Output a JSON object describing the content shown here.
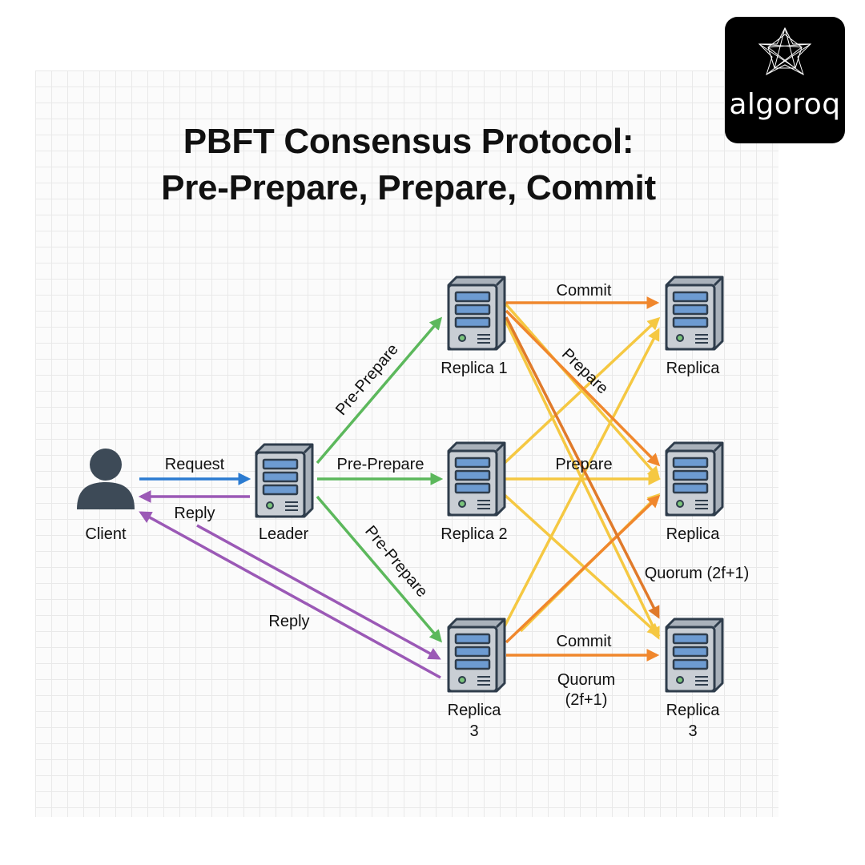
{
  "title": {
    "line1": "PBFT Consensus Protocol:",
    "line2": "Pre-Prepare, Prepare, Commit"
  },
  "logo": {
    "text": "algoroq"
  },
  "nodes": {
    "client": "Client",
    "leader": "Leader",
    "replica1": "Replica 1",
    "replica2": "Replica 2",
    "replica3_line1": "Replica",
    "replica3_line2": "3",
    "right_top": "Replica",
    "right_mid": "Replica",
    "right_bottom_line1": "Replica",
    "right_bottom_line2": "3"
  },
  "labels": {
    "request": "Request",
    "reply_top": "Reply",
    "reply_bottom": "Reply",
    "pre_prepare_up": "Pre-Prepare",
    "pre_prepare_mid": "Pre-Prepare",
    "pre_prepare_down": "Pre-Prepare",
    "commit_top": "Commit",
    "prepare_diag": "Prepare",
    "prepare_mid": "Prepare",
    "quorum_right": "Quorum (2f+1)",
    "commit_bottom": "Commit",
    "quorum_bottom_line1": "Quorum",
    "quorum_bottom_line2": "(2f+1)"
  },
  "colors": {
    "request": "#2b7bd1",
    "reply": "#9b59b6",
    "pre_prepare": "#5cb85c",
    "prepare": "#f5c842",
    "commit": "#f0872d",
    "commit_dark": "#e07a2a",
    "server_body": "#c9ced4",
    "server_outline": "#2f3d4c",
    "person": "#3d4a57"
  }
}
